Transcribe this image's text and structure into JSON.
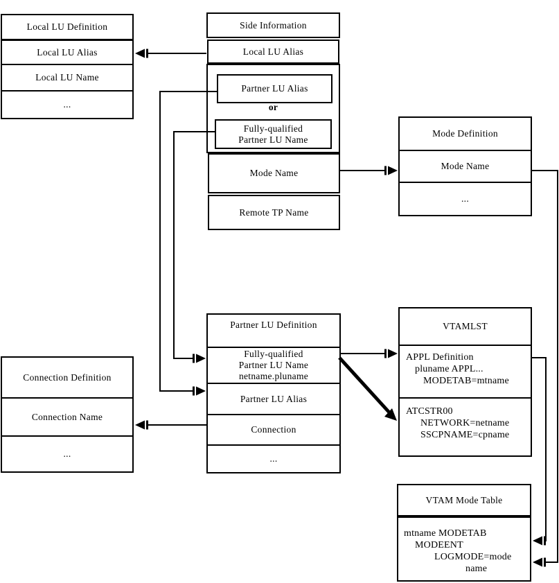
{
  "colors": {
    "line": "#000000",
    "background": "#ffffff",
    "text": "#000000"
  },
  "local_lu_def": {
    "title": "Local LU Definition",
    "alias": "Local LU Alias",
    "name": "Local LU Name",
    "more": "..."
  },
  "side_info": {
    "title": "Side Information",
    "local_lu_alias": "Local LU Alias",
    "partner_lu_alias": "Partner LU Alias",
    "or": "or",
    "fq_line1": "Fully-qualified",
    "fq_line2": "Partner LU Name",
    "mode_name": "Mode Name",
    "remote_tp_name": "Remote TP Name"
  },
  "mode_def": {
    "title": "Mode Definition",
    "mode_name": "Mode Name",
    "more": "..."
  },
  "partner_lu_def": {
    "title": "Partner LU Definition",
    "fq_line1": "Fully-qualified",
    "fq_line2": "Partner LU Name",
    "fq_line3": "netname.pluname",
    "alias": "Partner LU Alias",
    "connection": "Connection",
    "more": "..."
  },
  "connection_def": {
    "title": "Connection Definition",
    "name": "Connection Name",
    "more": "..."
  },
  "vtamlst": {
    "title": "VTAMLST",
    "appl_line1": "APPL Definition",
    "appl_line2": "pluname APPL...",
    "appl_line3": "MODETAB=mtname",
    "atc_line1": "ATCSTR00",
    "atc_line2": "NETWORK=netname",
    "atc_line3": "SSCPNAME=cpname"
  },
  "vtam_mode_table": {
    "title": "VTAM Mode Table",
    "line1": "mtname MODETAB",
    "line2": "MODEENT",
    "line3": "LOGMODE=mode",
    "line4": "name"
  }
}
